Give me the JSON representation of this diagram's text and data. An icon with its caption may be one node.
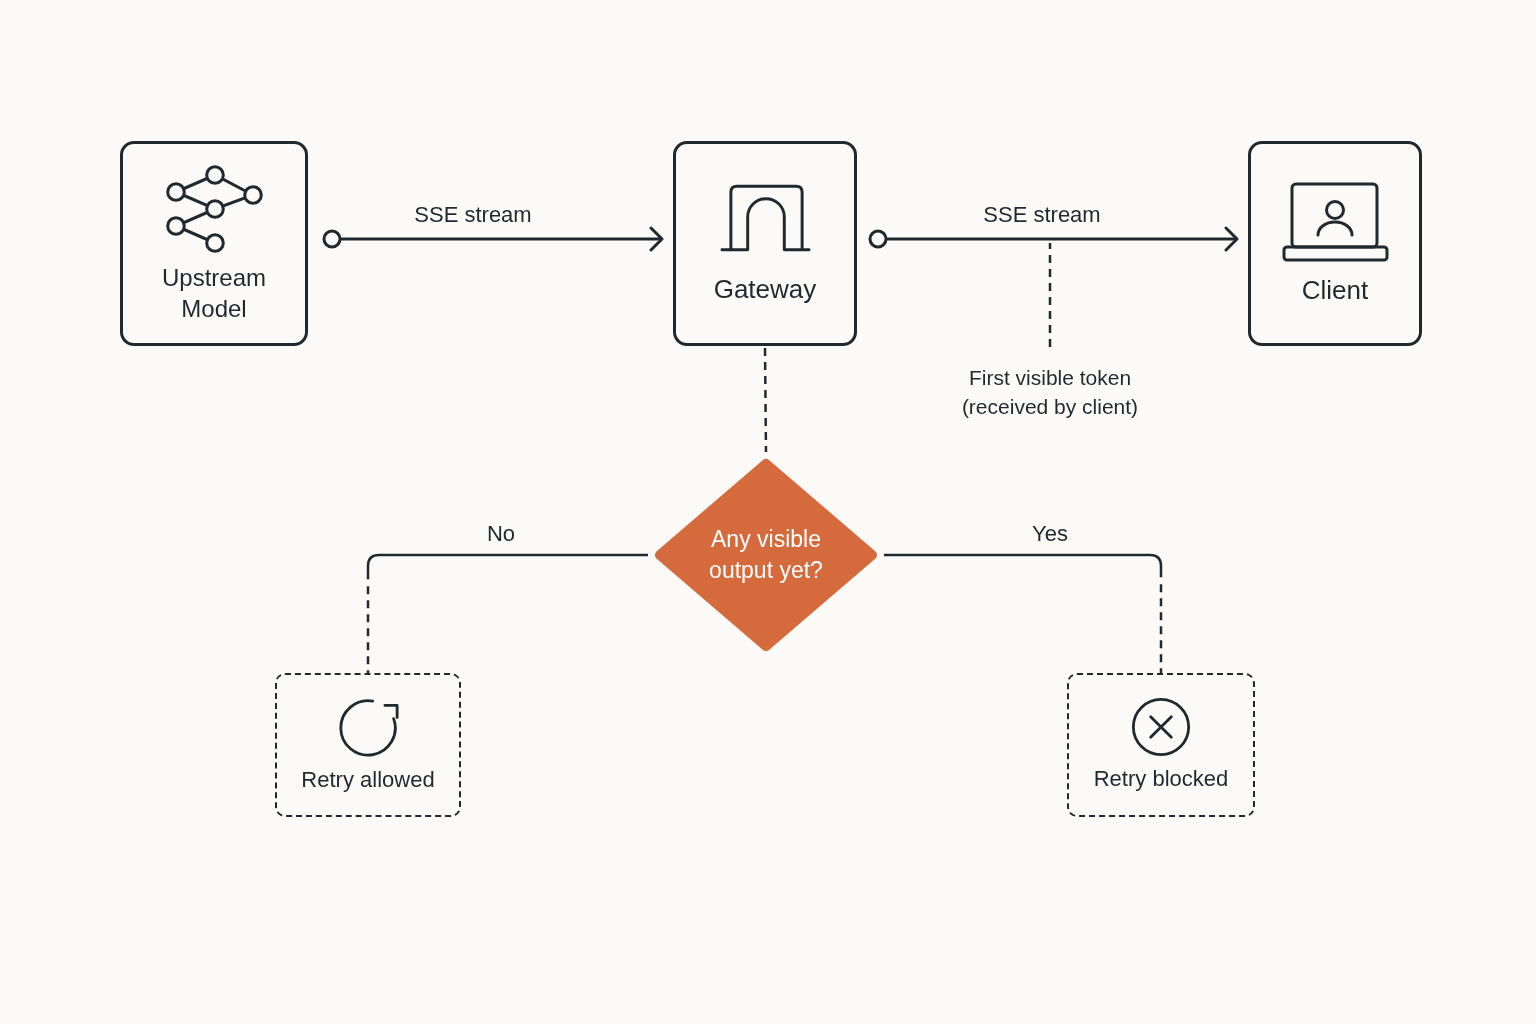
{
  "diagram": {
    "nodes": [
      {
        "text": [
          "Upstream Model"
        ]
      },
      {
        "text": [
          "Gateway"
        ]
      },
      {
        "text": [
          "Client"
        ]
      },
      {
        "text": [
          "Any visible output yet?"
        ]
      },
      {
        "text": [
          "Retry allowed"
        ]
      },
      {
        "text": [
          "Retry blocked"
        ]
      },
      {
        "text": [
          "First visible token (received by client)"
        ]
      }
    ],
    "edges": [
      {
        "from": 0,
        "to": 1,
        "arrow": "to",
        "label": "SSE stream"
      },
      {
        "from": 1,
        "to": 2,
        "arrow": "to",
        "label": "SSE stream"
      },
      {
        "from": 1,
        "to": 3,
        "arrow": "none",
        "style": "dashed"
      },
      {
        "from": 3,
        "to": 4,
        "arrow": "none",
        "label": "No",
        "style": "dashed"
      },
      {
        "from": 3,
        "to": 5,
        "arrow": "none",
        "label": "Yes",
        "style": "dashed"
      },
      {
        "from": 6,
        "to": null,
        "arrow": "none",
        "style": "dashed"
      }
    ]
  }
}
